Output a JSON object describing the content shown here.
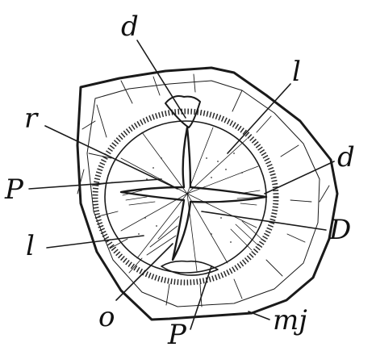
{
  "figure": {
    "labels": {
      "d_top": "d",
      "l_top": "l",
      "r": "r",
      "p_left": "P",
      "d_right": "d",
      "D": "D",
      "l_left": "l",
      "o": "o",
      "p_bottom": "P",
      "mj": "mj"
    }
  },
  "colors": {
    "ink": "#1a1a1a",
    "paper": "#ffffff"
  }
}
